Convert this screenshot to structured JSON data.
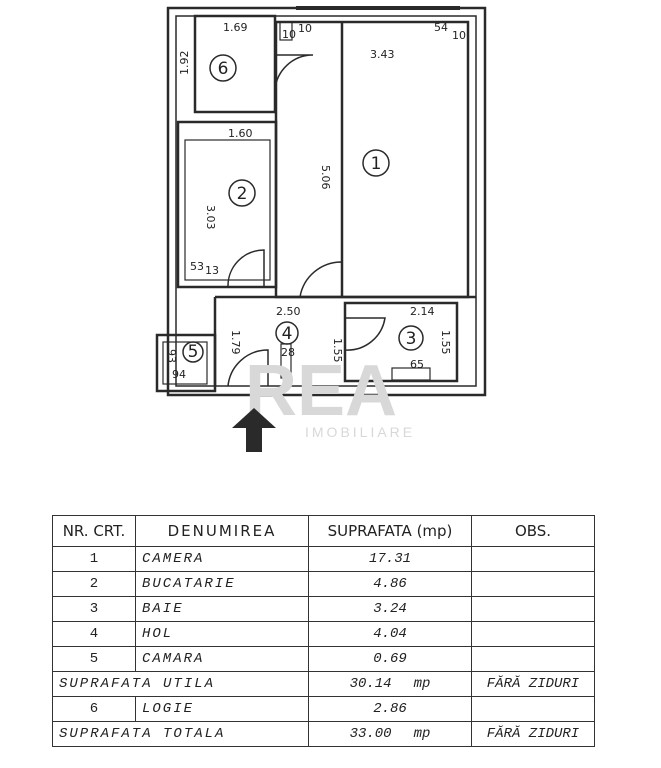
{
  "plan": {
    "dimensions": {
      "d_6_width": "1.69",
      "d_6_height": "1.92",
      "d_1_width": "3.43",
      "d_1_height": "5.06",
      "d_2_width": "1.60",
      "d_2_height": "3.03",
      "d_2_bottom": "53",
      "d_2_bottom_b": "13",
      "d_4_width": "2.50",
      "d_4_height": "1.79",
      "d_4_inner": "1.55",
      "d_3_width": "2.14",
      "d_3_height": "1.55",
      "d_3_bottom": "65",
      "d_5_a": "93",
      "d_5_b": "94",
      "d_top_a": "10",
      "d_top_b": "10",
      "d_top_c": "54",
      "d_top_d": "10",
      "d_hall_small": "28"
    },
    "rooms": [
      {
        "num": "1"
      },
      {
        "num": "2"
      },
      {
        "num": "3"
      },
      {
        "num": "4"
      },
      {
        "num": "5"
      },
      {
        "num": "6"
      }
    ],
    "watermark": {
      "main": "REA",
      "sub": "IMOBILIARE"
    },
    "entrance_icon": "arrow-up-icon"
  },
  "table": {
    "headers": [
      "NR. CRT.",
      "DENUMIREA",
      "SUPRAFATA (mp)",
      "OBS."
    ],
    "rows": [
      {
        "nr": "1",
        "name": "CAMERA",
        "area": "17.31",
        "obs": ""
      },
      {
        "nr": "2",
        "name": "BUCATARIE",
        "area": "4.86",
        "obs": ""
      },
      {
        "nr": "3",
        "name": "BAIE",
        "area": "3.24",
        "obs": ""
      },
      {
        "nr": "4",
        "name": "HOL",
        "area": "4.04",
        "obs": ""
      },
      {
        "nr": "5",
        "name": "CAMARA",
        "area": "0.69",
        "obs": ""
      }
    ],
    "suprafata_utila": {
      "label": "SUPRAFATA UTILA",
      "value": "30.14",
      "unit": "mp",
      "obs": "FĂRĂ ZIDURI"
    },
    "logie": {
      "nr": "6",
      "name": "LOGIE",
      "area": "2.86"
    },
    "suprafata_totala": {
      "label": "SUPRAFATA TOTALA",
      "value": "33.00",
      "unit": "mp",
      "obs": "FĂRĂ ZIDURI"
    }
  }
}
